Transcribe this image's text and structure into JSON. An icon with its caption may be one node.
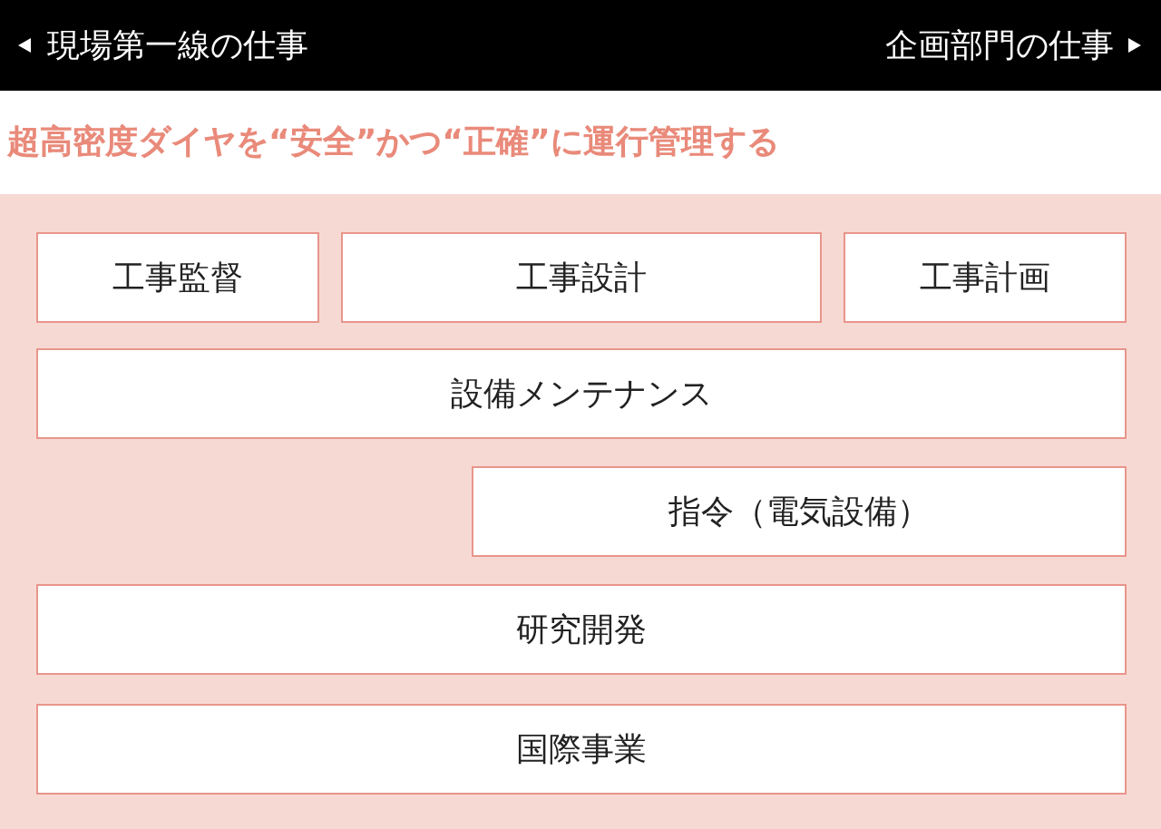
{
  "diagram": {
    "title": "超高密度ダイヤを“安全”かつ“正確”に運行管理する",
    "nodes": [
      {
        "text": [],
        "shape": "box"
      },
      {
        "text": [
          "工事監督"
        ],
        "in": 0
      },
      {
        "text": [
          "工事設計"
        ],
        "in": 0
      },
      {
        "text": [
          "工事計画"
        ],
        "in": 0
      },
      {
        "text": [
          "設備メンテナンス"
        ],
        "in": 0
      },
      {
        "text": [
          "指令（電気設備）"
        ],
        "in": 0
      },
      {
        "text": [
          "研究開発"
        ],
        "in": 0
      },
      {
        "text": [
          "国際事業"
        ],
        "in": 0
      }
    ],
    "labels": [
      "現場第一線の仕事",
      "企画部門の仕事"
    ]
  }
}
